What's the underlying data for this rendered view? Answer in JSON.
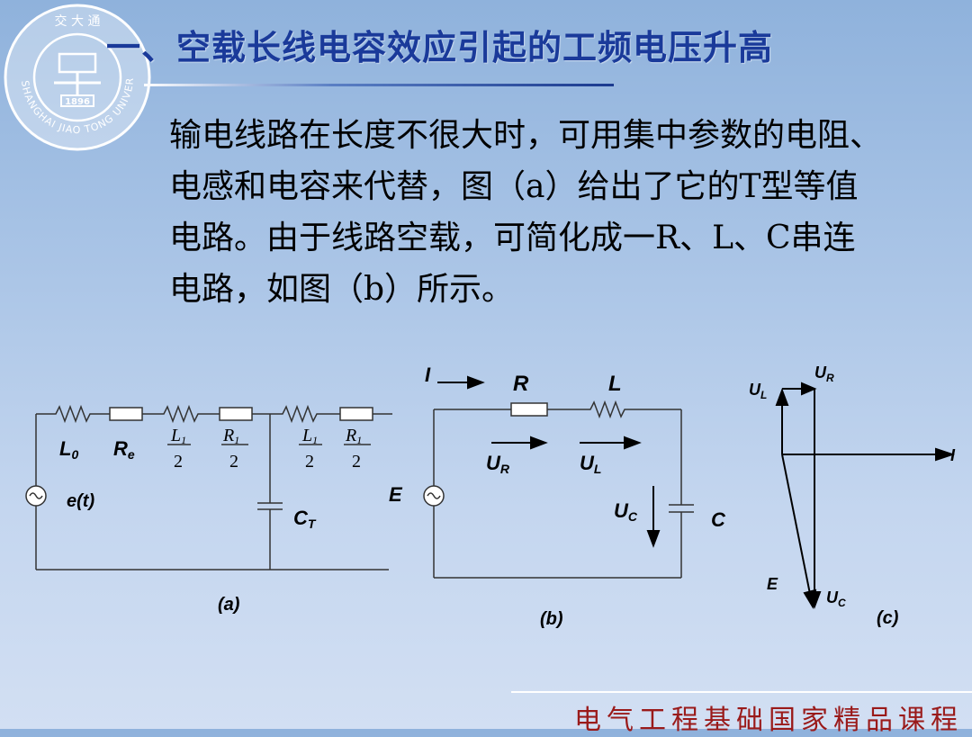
{
  "logo": {
    "ring_text": "SHANGHAI JIAO TONG UNIVERSITY",
    "top_text": "交 大 通",
    "year": "1896"
  },
  "title": "一、空载长线电容效应引起的工频电压升高",
  "body_lines": [
    "输电线路在长度不很大时，可用集中参数的电阻、",
    "电感和电容来代替，图（a）给出了它的T型等值",
    "电路。由于线路空载，可简化成一R、L、C串连",
    "电路，如图（b）所示。"
  ],
  "diagram_a": {
    "L0": "L",
    "L0_sub": "0",
    "Re": "R",
    "Re_sub": "e",
    "frac1_num": "L",
    "frac1_num_sub": "1",
    "frac_den": "2",
    "frac2_num": "R",
    "frac2_num_sub": "1",
    "source": "e(t)",
    "CT": "C",
    "CT_sub": "T",
    "caption": "(a)"
  },
  "diagram_b": {
    "current": "I",
    "R": "R",
    "L": "L",
    "E": "E",
    "UR": "U",
    "UR_sub": "R",
    "UL": "U",
    "UL_sub": "L",
    "UC": "U",
    "UC_sub": "C",
    "C": "C",
    "caption": "(b)"
  },
  "diagram_c": {
    "UL": "U",
    "UL_sub": "L",
    "UR": "U",
    "UR_sub": "R",
    "I": "I",
    "E": "E",
    "UC": "U",
    "UC_sub": "C",
    "caption": "(c)"
  },
  "footer": "电气工程基础国家精品课程",
  "colors": {
    "title": "#1a3a9a",
    "footer": "#9a1a1a",
    "background": "#a9c4e6"
  }
}
